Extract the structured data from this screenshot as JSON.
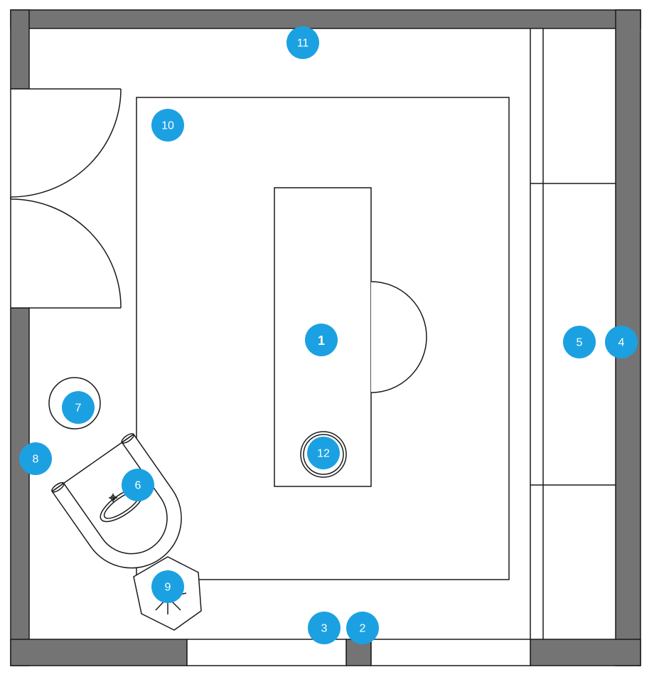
{
  "floor_plan": {
    "colors": {
      "wall": "#747474",
      "line": "#1a1a1a",
      "badge": "#1ba1e2",
      "badge_text": "#ffffff",
      "floor": "#ffffff"
    },
    "markers": [
      {
        "id": "1",
        "label": "1",
        "icon": "numbered-marker"
      },
      {
        "id": "2",
        "label": "2",
        "icon": "numbered-marker"
      },
      {
        "id": "3",
        "label": "3",
        "icon": "numbered-marker"
      },
      {
        "id": "4",
        "label": "4",
        "icon": "numbered-marker"
      },
      {
        "id": "5",
        "label": "5",
        "icon": "numbered-marker"
      },
      {
        "id": "6",
        "label": "6",
        "icon": "numbered-marker"
      },
      {
        "id": "7",
        "label": "7",
        "icon": "numbered-marker"
      },
      {
        "id": "8",
        "label": "8",
        "icon": "numbered-marker"
      },
      {
        "id": "9",
        "label": "9",
        "icon": "numbered-marker"
      },
      {
        "id": "10",
        "label": "10",
        "icon": "numbered-marker"
      },
      {
        "id": "11",
        "label": "11",
        "icon": "numbered-marker"
      },
      {
        "id": "12",
        "label": "12",
        "icon": "numbered-marker"
      }
    ]
  }
}
